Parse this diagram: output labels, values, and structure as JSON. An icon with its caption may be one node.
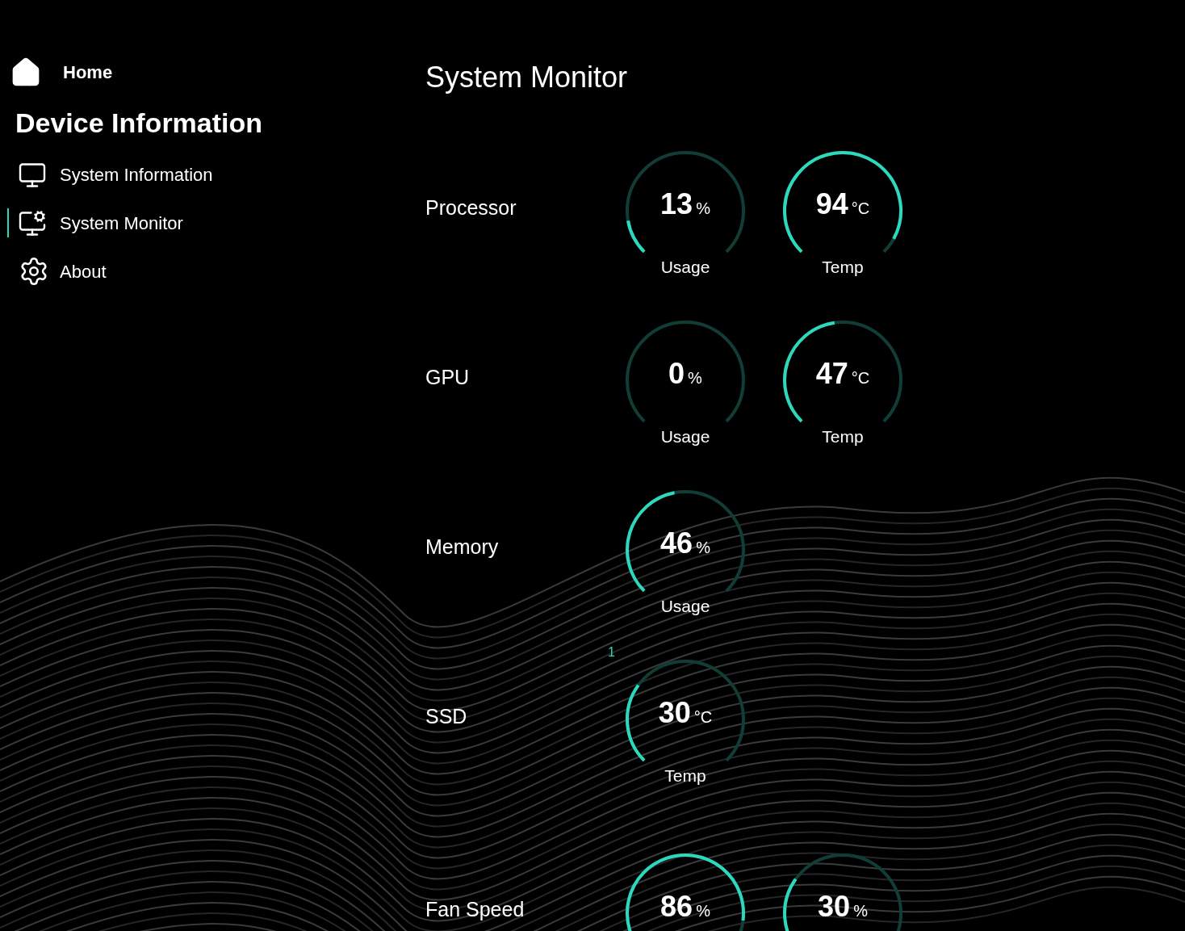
{
  "diagram": {
    "title": "System Monitor",
    "nodes": [
      {
        "text": [
          "13",
          "%",
          "Usage"
        ]
      },
      {
        "text": [
          "94",
          "°C",
          "Temp"
        ]
      },
      {
        "text": [
          "0",
          "%",
          "Usage"
        ]
      },
      {
        "text": [
          "47",
          "°C",
          "Temp"
        ]
      },
      {
        "text": [
          "46",
          "%",
          "Usage"
        ]
      },
      {
        "text": [
          "30",
          "°C",
          "Temp"
        ]
      },
      {
        "text": [
          "86",
          "%"
        ]
      },
      {
        "text": [
          "30",
          "%"
        ]
      }
    ],
    "labels": [
      "Home",
      "Device Information",
      "System Information",
      "System Monitor",
      "About",
      "Processor",
      "GPU",
      "Memory",
      "SSD",
      "Fan Speed",
      "1"
    ]
  }
}
